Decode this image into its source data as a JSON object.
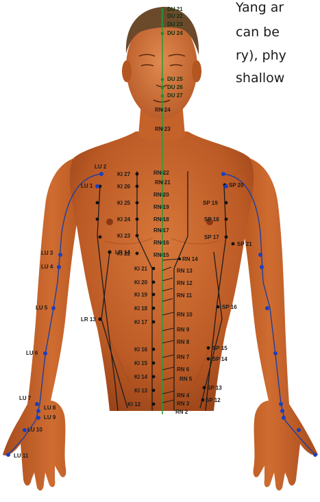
{
  "text_snippet": {
    "lines": [
      "Yang ar",
      "can be",
      "ry), phy",
      "shallow"
    ]
  },
  "colors": {
    "skin": "#c9652d",
    "skin_dark": "#9c4418",
    "hair": "#6b4a2c",
    "meridian_blue": "#1d3fa0",
    "meridian_black": "#1c1c1c",
    "meridian_green": "#2f9a3a",
    "point_blue": "#1b3fbf",
    "point_green": "#1e8a34"
  },
  "meridians": {
    "du": [
      "DU 21",
      "DU 22",
      "DU 23",
      "DU 24",
      "DU 25",
      "DU 26",
      "DU 27"
    ],
    "ren": [
      "RN 24",
      "RN 23",
      "RN 22",
      "RN 21",
      "RN 20",
      "RN 19",
      "RN 18",
      "RN 17",
      "RN 16",
      "RN 15",
      "RN 14",
      "RN 13",
      "RN 12",
      "RN 11",
      "RN 10",
      "RN 9",
      "RN 8",
      "RN 7",
      "RN 6",
      "RN 5",
      "RN 4",
      "RN 3",
      "RN 2"
    ],
    "kidney": [
      "KI 27",
      "KI 26",
      "KI 25",
      "KI 24",
      "KI 23",
      "KI 22",
      "KI 21",
      "KI 20",
      "KI 19",
      "KI 18",
      "KI 17",
      "KI 16",
      "KI 15",
      "KI 14",
      "KI 13",
      "KI 12"
    ],
    "liver": [
      "LR 14",
      "LR 13"
    ],
    "lung": [
      "LU 2",
      "LU 1",
      "LU 3",
      "LU 4",
      "LU 5",
      "LU 6",
      "LU 7",
      "LU 8",
      "LU 9",
      "LU 10",
      "LU 11"
    ],
    "spleen": [
      "SP 20",
      "SP 19",
      "SP 18",
      "SP 17",
      "SP 21",
      "SP 16",
      "SP 15",
      "SP 14",
      "SP 13",
      "SP 12"
    ]
  }
}
